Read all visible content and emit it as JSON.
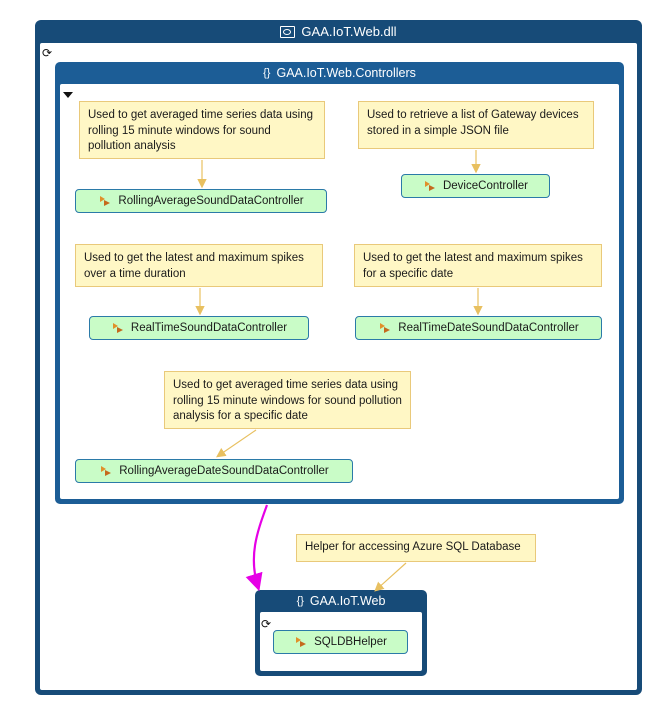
{
  "assembly": {
    "title": "GAA.IoT.Web.dll",
    "icon": "assembly-dll-icon"
  },
  "controllers_group": {
    "title": "GAA.IoT.Web.Controllers",
    "icon": "namespace-icon"
  },
  "web_group": {
    "title": "GAA.IoT.Web",
    "icon": "namespace-icon"
  },
  "notes": {
    "rolling_average": "Used to get averaged time series data using rolling 15 minute windows for sound pollution analysis",
    "device": "Used to retrieve a list of Gateway devices stored in a simple JSON file",
    "realtime": "Used to get the latest and maximum spikes over a time duration",
    "realtime_date": "Used to get the latest and maximum spikes for a specific date",
    "rolling_average_date": "Used to get averaged time series data using rolling 15 minute windows for sound pollution analysis for a specific date",
    "sqldb": "Helper for accessing Azure SQL Database"
  },
  "nodes": {
    "rolling_average": "RollingAverageSoundDataController",
    "device": "DeviceController",
    "realtime": "RealTimeSoundDataController",
    "realtime_date": "RealTimeDateSoundDataController",
    "rolling_average_date": "RollingAverageDateSoundDataController",
    "sqldb": "SQLDBHelper"
  },
  "colors": {
    "group_border": "#174b78",
    "controllers_border": "#1c5d96",
    "node_fill": "#c9fcc7",
    "node_border": "#2b7aa8",
    "note_fill": "#fff7c5",
    "note_border": "#e9c97a",
    "note_arrow": "#e8c060",
    "dependency_arrow": "#e600e6"
  }
}
